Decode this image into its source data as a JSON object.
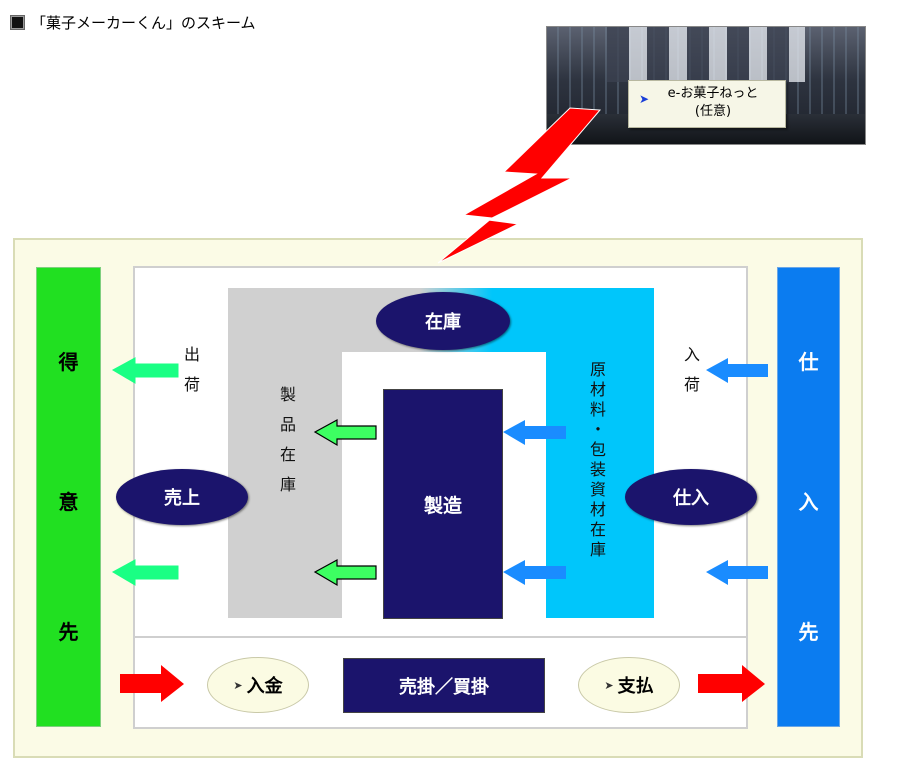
{
  "page": {
    "title": "「菓子メーカーくん」のスキーム"
  },
  "external": {
    "label_line1": "e-お菓子ねっと",
    "label_line2": "(任意)"
  },
  "left_bar": {
    "chars": [
      "得",
      "意",
      "先"
    ]
  },
  "right_bar": {
    "chars": [
      "仕",
      "入",
      "先"
    ]
  },
  "stock": {
    "label": "在庫",
    "product_stock": [
      "製",
      "品",
      "在",
      "庫"
    ],
    "material_stock": [
      "原",
      "材",
      "料",
      "・",
      "包",
      "装",
      "資",
      "材",
      "在",
      "庫"
    ]
  },
  "manufacturing": {
    "label": "製造"
  },
  "sales": {
    "label": "売上",
    "shipping": [
      "出",
      "荷"
    ]
  },
  "purchase": {
    "label": "仕入",
    "receiving": [
      "入",
      "荷"
    ]
  },
  "bottom": {
    "deposit": "入金",
    "payment": "支払",
    "ar_ap": "売掛／買掛"
  },
  "colors": {
    "navy": "#1b146c",
    "green": "#21e021",
    "blue": "#0b7cf0",
    "cyan": "#00c6fb",
    "red": "#ff0000",
    "light_green_arrow": "#1aff84",
    "light_blue_arrow": "#1a8cff"
  },
  "icons": [
    "bullet-square-icon",
    "lightning-bolt-icon",
    "arrow-left-icon",
    "arrow-right-icon",
    "triangle-pointer-icon",
    "server-room-image"
  ]
}
